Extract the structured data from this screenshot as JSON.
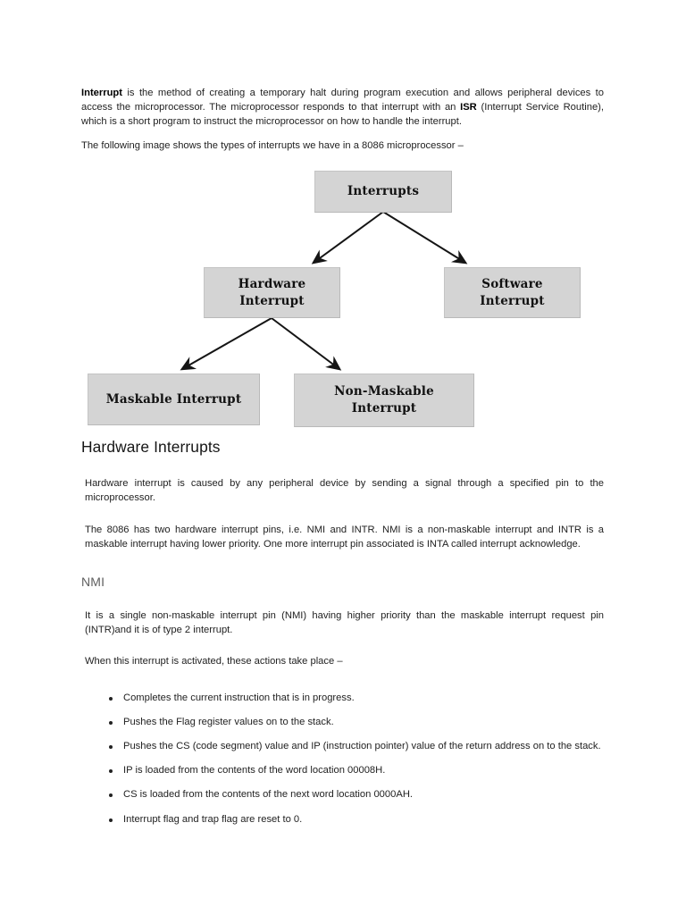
{
  "document": {
    "intro_paragraph": {
      "lead_bold": "Interrupt",
      "part1": " is the method of creating a temporary halt during program execution and allows peripheral devices to access the microprocessor. The microprocessor responds to that interrupt with an ",
      "mid_bold": "ISR",
      "part2": " (Interrupt Service Routine), which is a short program to instruct the microprocessor on how to handle the interrupt."
    },
    "image_caption": "The following image shows the types of interrupts we have in a 8086 microprocessor –",
    "section_heading": "Hardware Interrupts",
    "hardware_paragraph_1": "Hardware interrupt is caused by any peripheral device by sending a signal through a specified pin to the microprocessor.",
    "hardware_paragraph_2": "The 8086 has two hardware interrupt pins, i.e. NMI and INTR. NMI is a non-maskable interrupt and INTR is a maskable interrupt having lower priority. One more interrupt pin associated is INTA called interrupt acknowledge.",
    "nmi_heading": "NMI",
    "nmi_paragraph": "It is a single non-maskable interrupt pin (NMI) having higher priority than the maskable interrupt request pin (INTR)and it is of type 2 interrupt.",
    "actions_intro": "When this interrupt is activated, these actions take place –",
    "actions": [
      "Completes the current instruction that is in progress.",
      "Pushes the Flag register values on to the stack.",
      "Pushes the CS (code segment) value and IP (instruction pointer) value of the return address on to the stack.",
      "IP is loaded from the contents of the word location 00008H.",
      "CS is loaded from the contents of the next word location 0000AH.",
      "Interrupt flag and trap flag are reset to 0."
    ]
  },
  "diagram": {
    "type": "tree",
    "node_fill_color": "#d4d4d4",
    "node_border_color": "#c4c4c4",
    "arrow_color": "#1a1a1a",
    "nodes": {
      "root": "Interrupts",
      "hardware": "Hardware\nInterrupt",
      "software": "Software\nInterrupt",
      "maskable": "Maskable Interrupt",
      "non_maskable": "Non-Maskable\nInterrupt"
    },
    "edges": [
      {
        "from": "root",
        "to": "hardware"
      },
      {
        "from": "root",
        "to": "software"
      },
      {
        "from": "hardware",
        "to": "maskable"
      },
      {
        "from": "hardware",
        "to": "non_maskable"
      }
    ]
  }
}
